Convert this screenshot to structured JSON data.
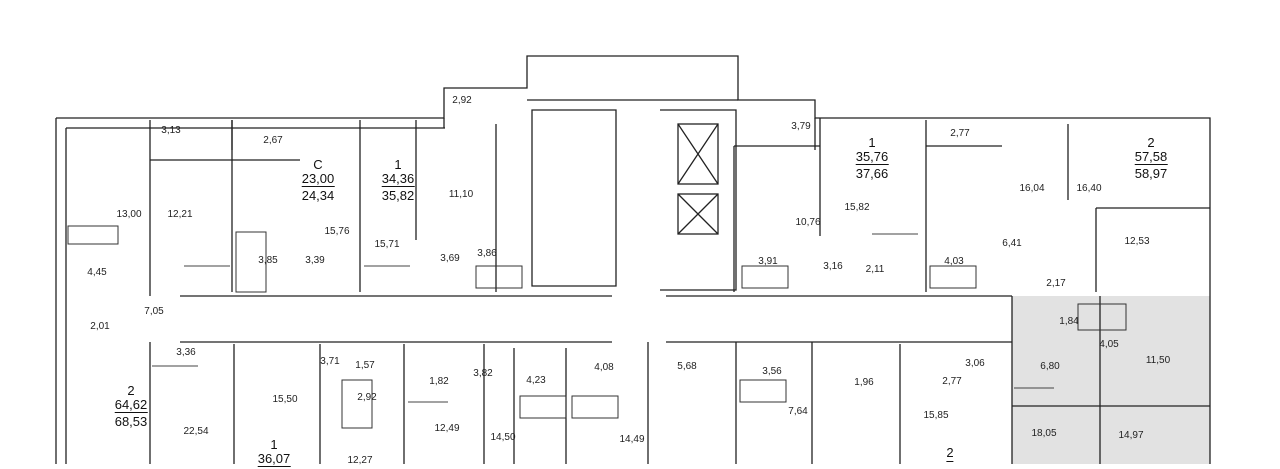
{
  "units": [
    {
      "id": "c",
      "rooms": "С",
      "living": "23,00",
      "total": "24,34"
    },
    {
      "id": "one-a",
      "rooms": "1",
      "living": "34,36",
      "total": "35,82"
    },
    {
      "id": "one-b",
      "rooms": "1",
      "living": "35,76",
      "total": "37,66"
    },
    {
      "id": "two-a",
      "rooms": "2",
      "living": "57,58",
      "total": "58,97"
    },
    {
      "id": "two-b",
      "rooms": "2",
      "living": "64,62",
      "total": "68,53"
    },
    {
      "id": "one-c",
      "rooms": "1",
      "living": "36,07",
      "total": ""
    },
    {
      "id": "two-c",
      "rooms": "2",
      "living": "",
      "total": ""
    }
  ],
  "areas": [
    "3,13",
    "2,67",
    "2,92",
    "3,79",
    "2,77",
    "13,00",
    "12,21",
    "11,10",
    "16,04",
    "16,40",
    "15,76",
    "15,71",
    "10,76",
    "15,82",
    "3,85",
    "3,39",
    "3,69",
    "3,86",
    "3,91",
    "3,16",
    "2,11",
    "4,03",
    "6,41",
    "12,53",
    "4,45",
    "2,17",
    "7,05",
    "2,01",
    "3,36",
    "1,84",
    "4,05",
    "11,50",
    "6,80",
    "3,71",
    "1,57",
    "2,92",
    "15,50",
    "1,82",
    "3,82",
    "4,23",
    "4,08",
    "5,68",
    "3,56",
    "1,96",
    "2,77",
    "3,06",
    "12,49",
    "14,50",
    "14,49",
    "7,64",
    "15,85",
    "18,05",
    "14,97",
    "22,54",
    "12,27"
  ]
}
